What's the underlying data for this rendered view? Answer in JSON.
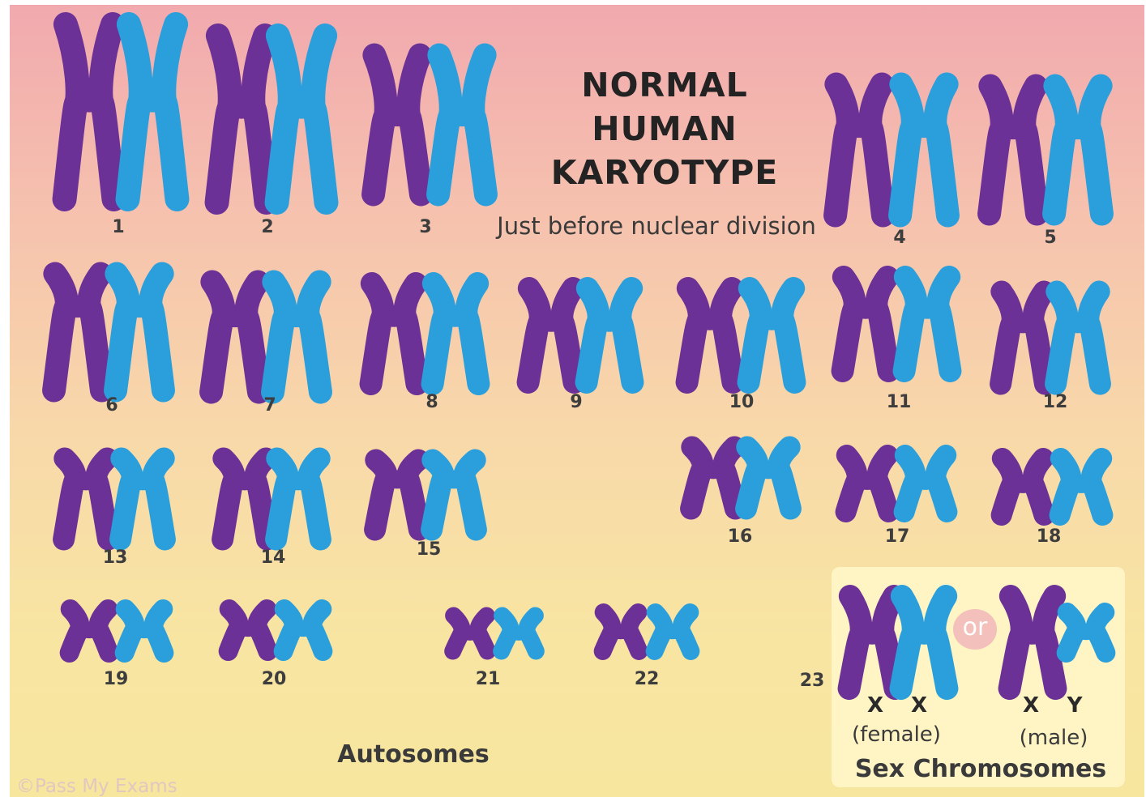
{
  "title_lines": [
    "NORMAL",
    "HUMAN",
    "KARYOTYPE"
  ],
  "subtitle": "Just before nuclear division",
  "colors": {
    "maternal": "#6b3196",
    "paternal": "#2a9fdc"
  },
  "autosomes_label": "Autosomes",
  "chromosome_numbers": [
    "1",
    "2",
    "3",
    "4",
    "5",
    "6",
    "7",
    "8",
    "9",
    "10",
    "11",
    "12",
    "13",
    "14",
    "15",
    "16",
    "17",
    "18",
    "19",
    "20",
    "21",
    "22",
    "23"
  ],
  "sex_chromosomes": {
    "title": "Sex Chromosomes",
    "or_label": "or",
    "female": {
      "letters": [
        "X",
        "X"
      ],
      "label": "(female)"
    },
    "male": {
      "letters": [
        "X",
        "Y"
      ],
      "label": "(male)"
    }
  },
  "watermark": "©Pass My Exams"
}
